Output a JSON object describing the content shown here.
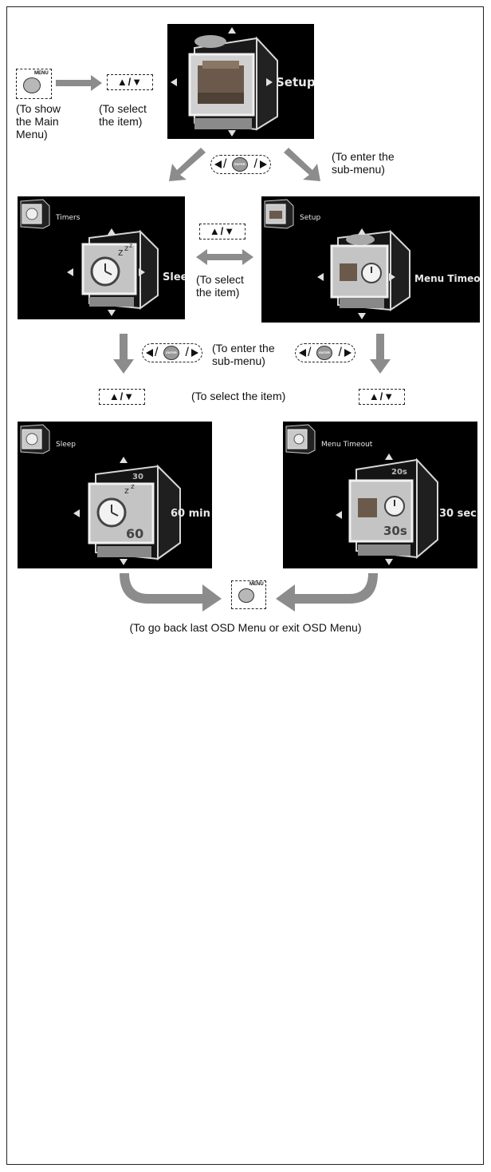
{
  "captions": {
    "show_main_menu": "(To show\nthe Main\nMenu)",
    "select_item_top": "(To select\nthe item)",
    "enter_submenu_top": "(To enter the\nsub-menu)",
    "select_item_mid": "(To select\nthe item)",
    "enter_submenu_mid": "(To enter the\nsub-menu)",
    "select_item_row": "(To select the item)",
    "go_back": "(To go back last OSD Menu or exit OSD Menu)"
  },
  "buttons": {
    "menu_label": "MENU",
    "enter_label": "ENTER",
    "updown_label": "▲/▼"
  },
  "screens": {
    "main": {
      "value": "Setup"
    },
    "timers": {
      "title": "Timers",
      "value": "Sleep"
    },
    "setup": {
      "title": "Setup",
      "value": "Menu Timeout"
    },
    "sleep": {
      "title": "Sleep",
      "value": "60 min",
      "cube_number": "60",
      "cube_top_number": "30"
    },
    "menu_timeout": {
      "title": "Menu Timeout",
      "value": "30 sec",
      "cube_number": "30s",
      "cube_top_number": "20s"
    }
  },
  "colors": {
    "arrow_gray": "#8c8c8c",
    "screen_bg": "#000000",
    "cube_face": "#c9c9c9"
  }
}
